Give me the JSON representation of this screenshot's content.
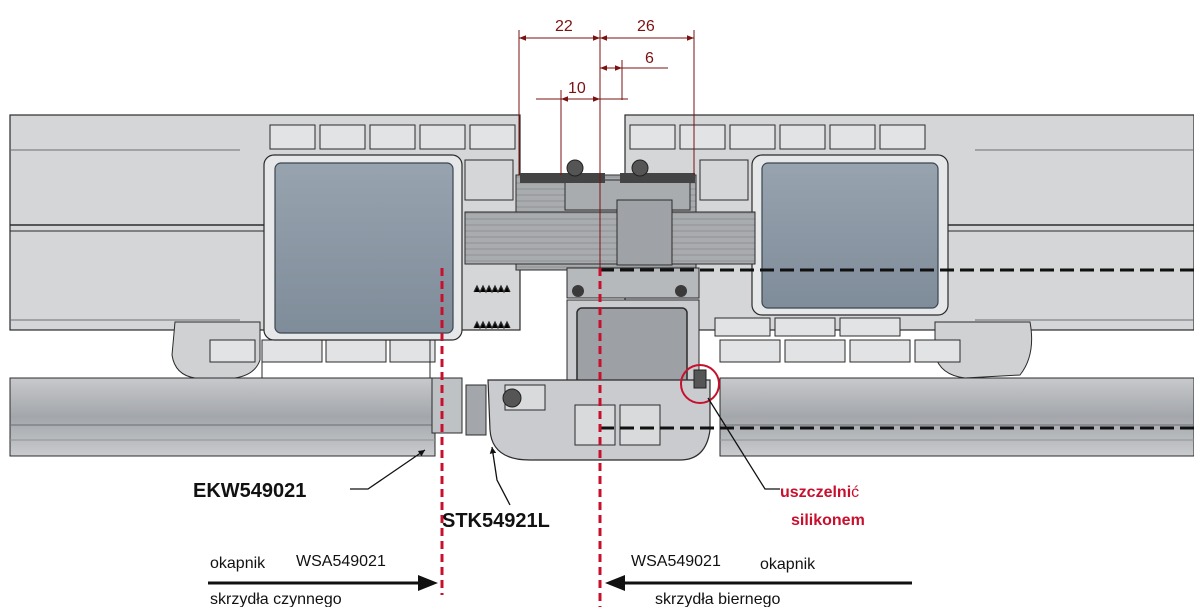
{
  "dimensions": {
    "d22": "22",
    "d26": "26",
    "d10": "10",
    "d6": "6"
  },
  "labels": {
    "ekw": "EKW549021",
    "stk": "STK54921L",
    "seal_line1_bold": "uszczelni",
    "seal_line1_rest": "ć",
    "seal_line2": "silikonem",
    "left_arrow_top_a": "okapnik",
    "left_arrow_top_b": "WSA549021",
    "left_arrow_bottom": "skrzydła czynnego",
    "right_arrow_top_a": "WSA549021",
    "right_arrow_top_b": "okapnik",
    "right_arrow_bottom": "skrzydła biernego"
  },
  "colors": {
    "dimension": "#7a1212",
    "accent_red": "#c8102e",
    "glass": "#8c99a6",
    "profile_light": "#d4d6d8",
    "profile_mid": "#b9bcbf",
    "profile_dark": "#8f9297",
    "outline": "#2b2b2b"
  }
}
